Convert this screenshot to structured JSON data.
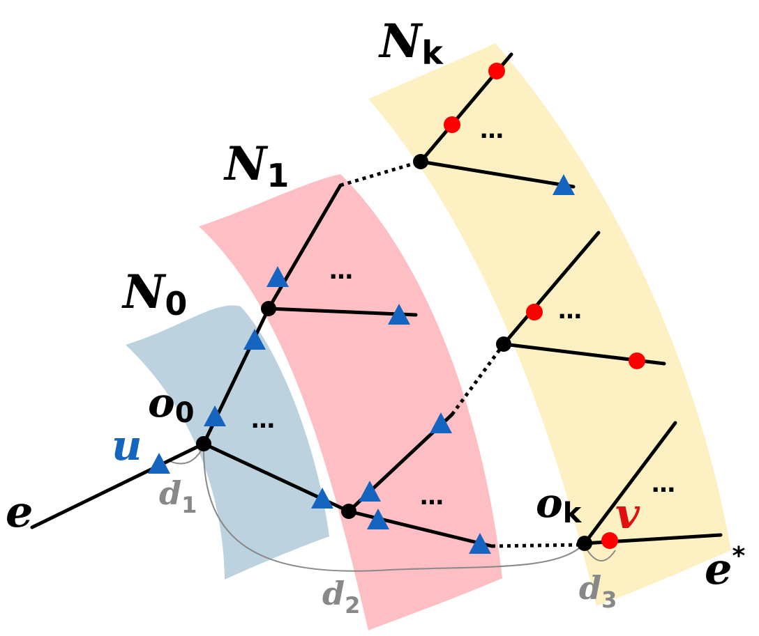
{
  "regions": [
    {
      "name": "N",
      "sub": "0",
      "color": "#bcd3df"
    },
    {
      "name": "N",
      "sub": "1",
      "color": "#fdbfc3"
    },
    {
      "name": "N",
      "sub": "k",
      "color": "#fdf0c2"
    }
  ],
  "nodes": {
    "o0": {
      "name": "o",
      "sub": "0"
    },
    "ok": {
      "name": "o",
      "sub": "k"
    },
    "u": {
      "name": "u",
      "color": "#1565c0"
    },
    "v": {
      "name": "v",
      "color": "#e01010"
    }
  },
  "edges": {
    "e": {
      "name": "e"
    },
    "e_star": {
      "name": "e",
      "sup": "*"
    }
  },
  "distances": [
    {
      "name": "d",
      "sub": "1"
    },
    {
      "name": "d",
      "sub": "2"
    },
    {
      "name": "d",
      "sub": "3"
    }
  ],
  "ellipsis": "…",
  "colors": {
    "edge": "#000000",
    "triangle": "#1565c0",
    "red_point": "#ff0000",
    "distance": "#888888"
  }
}
